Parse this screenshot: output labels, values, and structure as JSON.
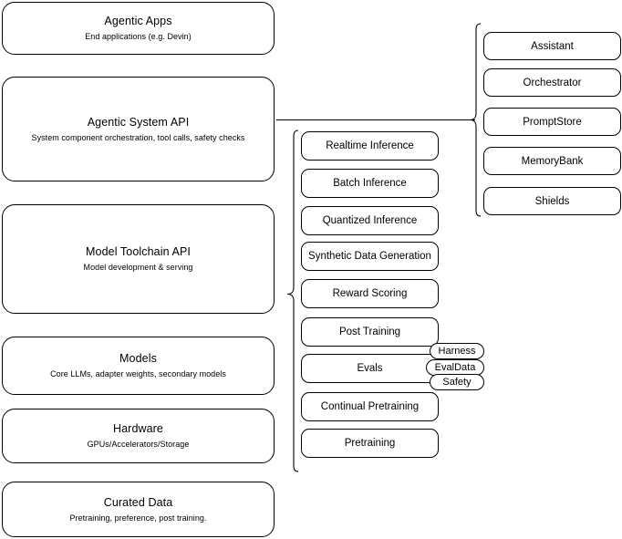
{
  "diagram": {
    "type": "layered-stack-architecture",
    "background_color": "#ffffff",
    "stroke_color": "#000000"
  },
  "stack_layers": [
    {
      "id": "agentic-apps",
      "title": "Agentic Apps",
      "subtitle": "End applications (e.g. Devin)"
    },
    {
      "id": "agentic-system-api",
      "title": "Agentic System API",
      "subtitle": "System component orchestration, tool calls, safety checks"
    },
    {
      "id": "model-toolchain-api",
      "title": "Model Toolchain API",
      "subtitle": "Model development & serving"
    },
    {
      "id": "models",
      "title": "Models",
      "subtitle": "Core LLMs, adapter weights, secondary models"
    },
    {
      "id": "hardware",
      "title": "Hardware",
      "subtitle": "GPUs/Accelerators/Storage"
    },
    {
      "id": "curated-data",
      "title": "Curated Data",
      "subtitle": "Pretraining, preference, post training."
    }
  ],
  "toolchain_capabilities": {
    "parent": "Model Toolchain API",
    "items": [
      {
        "label": "Realtime Inference"
      },
      {
        "label": "Batch Inference"
      },
      {
        "label": "Quantized Inference"
      },
      {
        "label": "Synthetic Data Generation"
      },
      {
        "label": "Reward Scoring"
      },
      {
        "label": "Post Training"
      },
      {
        "label": "Evals"
      },
      {
        "label": "Continual Pretraining"
      },
      {
        "label": "Pretraining"
      }
    ]
  },
  "evals_subcomponents": {
    "parent": "Evals",
    "items": [
      {
        "label": "Harness"
      },
      {
        "label": "EvalData"
      },
      {
        "label": "Safety"
      }
    ]
  },
  "system_components": {
    "parent": "Agentic System API",
    "items": [
      {
        "label": "Assistant"
      },
      {
        "label": "Orchestrator"
      },
      {
        "label": "PromptStore"
      },
      {
        "label": "MemoryBank"
      },
      {
        "label": "Shields"
      }
    ]
  }
}
